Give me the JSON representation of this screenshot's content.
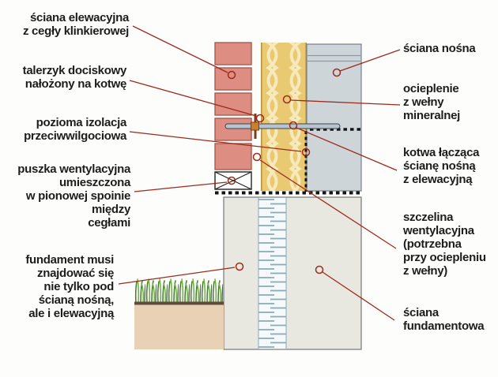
{
  "figure": {
    "type": "construction-detail-cross-section",
    "language": "pl"
  },
  "labels": {
    "left": [
      {
        "id": "sciana-elewacyjna",
        "text": "ściana elewacyjna\nz cegły klinkierowej"
      },
      {
        "id": "talerzyk-dociskowy",
        "text": "talerzyk dociskowy\nnałożony na kotwę"
      },
      {
        "id": "pozioma-izolacja",
        "text": "pozioma izolacja\nprzeciwwilgociowa"
      },
      {
        "id": "puszka-wentylacyjna",
        "text": "puszka wentylacyjna\numieszczona\nw pionowej spoinie\nmiędzy\ncegłami"
      },
      {
        "id": "fundament",
        "text": "fundament musi\nznajdować się\nnie tylko pod\nścianą nośną,\nale i elewacyjną"
      }
    ],
    "right": [
      {
        "id": "sciana-nosna",
        "text": "ściana nośna"
      },
      {
        "id": "ocieplenie",
        "text": "ocieplenie\nz wełny\nmineralnej"
      },
      {
        "id": "kotwa",
        "text": "kotwa łącząca\nścianę nośną\nz elewacyjną"
      },
      {
        "id": "szczelina",
        "text": "szczelina\nwentylacyjna\n(potrzebna\nprzy ociepleniu\nz wełny)"
      },
      {
        "id": "sciana-fundamentowa",
        "text": "ściana\nfundamentowa"
      }
    ]
  },
  "colors": {
    "background": "#fdfdfc",
    "text": "#1d1d1d",
    "leader": "#9e2a1c",
    "brick": "#dd8d81",
    "brick-line": "#ad5a4c",
    "wool": "#e9ca72",
    "wool-wave": "#f6e9bc",
    "wool-edge": "#b58e3c",
    "concrete": "#cdd5d9",
    "concrete-line": "#75808a",
    "concrete-band": "#8e9aa3",
    "rod": "#b7c4cd",
    "rod-line": "#3e454c",
    "plate": "#7b3c1a",
    "plate-head": "#c8802f",
    "dpc": "#141414",
    "box-line": "#222222",
    "foundation": "#e9e8e0",
    "foundation-line": "#73787c",
    "channel-bg": "#f4f9fb",
    "channel-line": "#8ca9b6",
    "soil": "#e8d1b4",
    "soil-line": "#5f4b37",
    "grass-dark": "#3f7d26",
    "grass-light": "#6fae46"
  }
}
